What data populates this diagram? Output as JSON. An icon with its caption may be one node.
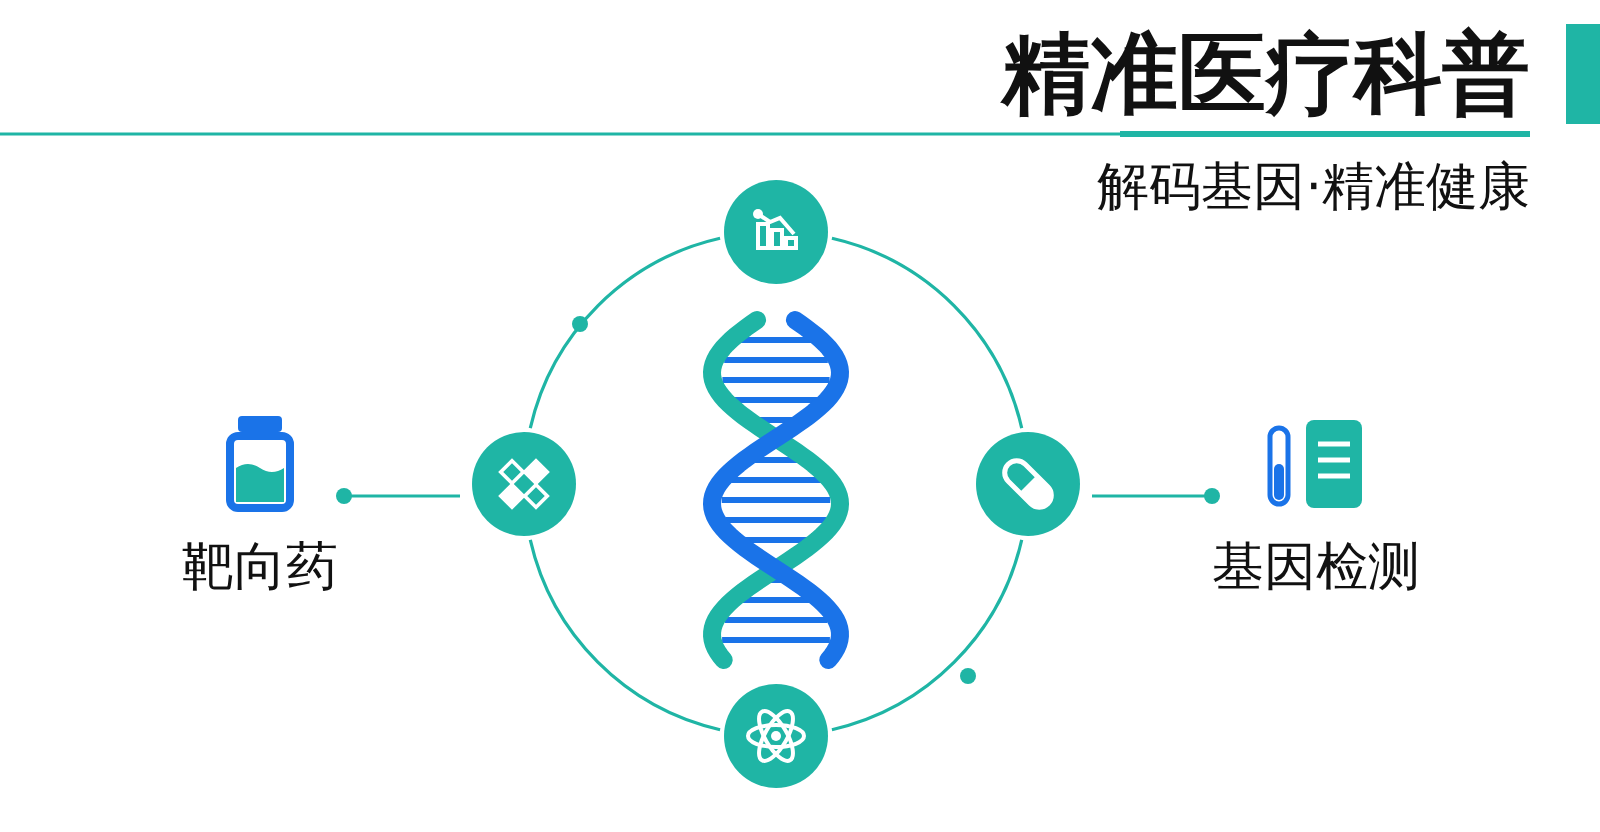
{
  "diagram": {
    "title": "精准医疗科普",
    "nodes": [
      {
        "text": [],
        "shape": "circle"
      },
      {
        "text": [],
        "shape": "circle"
      },
      {
        "text": [],
        "shape": "circle"
      },
      {
        "text": [],
        "shape": "circle"
      },
      {
        "text": [
          "靶向药"
        ]
      },
      {
        "text": [
          "基因检测"
        ]
      }
    ],
    "edges": [
      {
        "from": 1,
        "to": 4,
        "arrow": "other"
      },
      {
        "from": 2,
        "to": 5,
        "arrow": "other"
      },
      {
        "from": 0,
        "to": 1,
        "arrow": "none"
      },
      {
        "from": 0,
        "to": 2,
        "arrow": "none"
      },
      {
        "from": 1,
        "to": 3,
        "arrow": "none"
      },
      {
        "from": 2,
        "to": 3,
        "arrow": "none"
      }
    ],
    "labels": [
      "解码基因·精准健康"
    ]
  }
}
